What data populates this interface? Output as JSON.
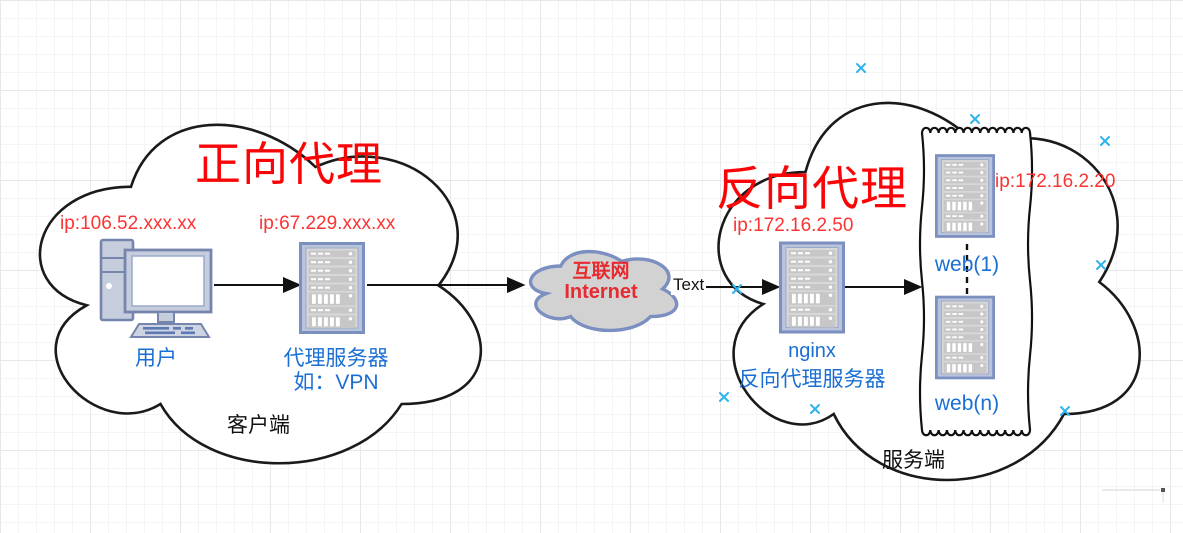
{
  "colors": {
    "title_red": "#fa0507",
    "ip_red": "#fb3333",
    "label_blue": "#1a6fd4",
    "cloud_fill_gray": "#d2d2d2",
    "cloud_border_blue": "#7b8fc0",
    "handle_cyan": "#2fb5ee"
  },
  "forward_proxy": {
    "title": "正向代理",
    "client_ip": "ip:106.52.xxx.xx",
    "proxy_ip": "ip:67.229.xxx.xx",
    "user_label": "用户",
    "proxy_label_line1": "代理服务器",
    "proxy_label_line2": "如：VPN",
    "zone_label": "客户端"
  },
  "internet": {
    "title_cn": "互联网",
    "title_en": "Internet",
    "edge_label": "Text"
  },
  "reverse_proxy": {
    "title": "反向代理",
    "nginx_ip": "ip:172.16.2.50",
    "nginx_label_line1": "nginx",
    "nginx_label_line2": "反向代理服务器",
    "web1_label": "web(1)",
    "webn_label": "web(n)",
    "web_ip": "ip:172.16.2.20",
    "zone_label": "服务端"
  },
  "icons": {
    "user_computer": "desktop-computer-icon",
    "servers": "rack-server-icon"
  }
}
